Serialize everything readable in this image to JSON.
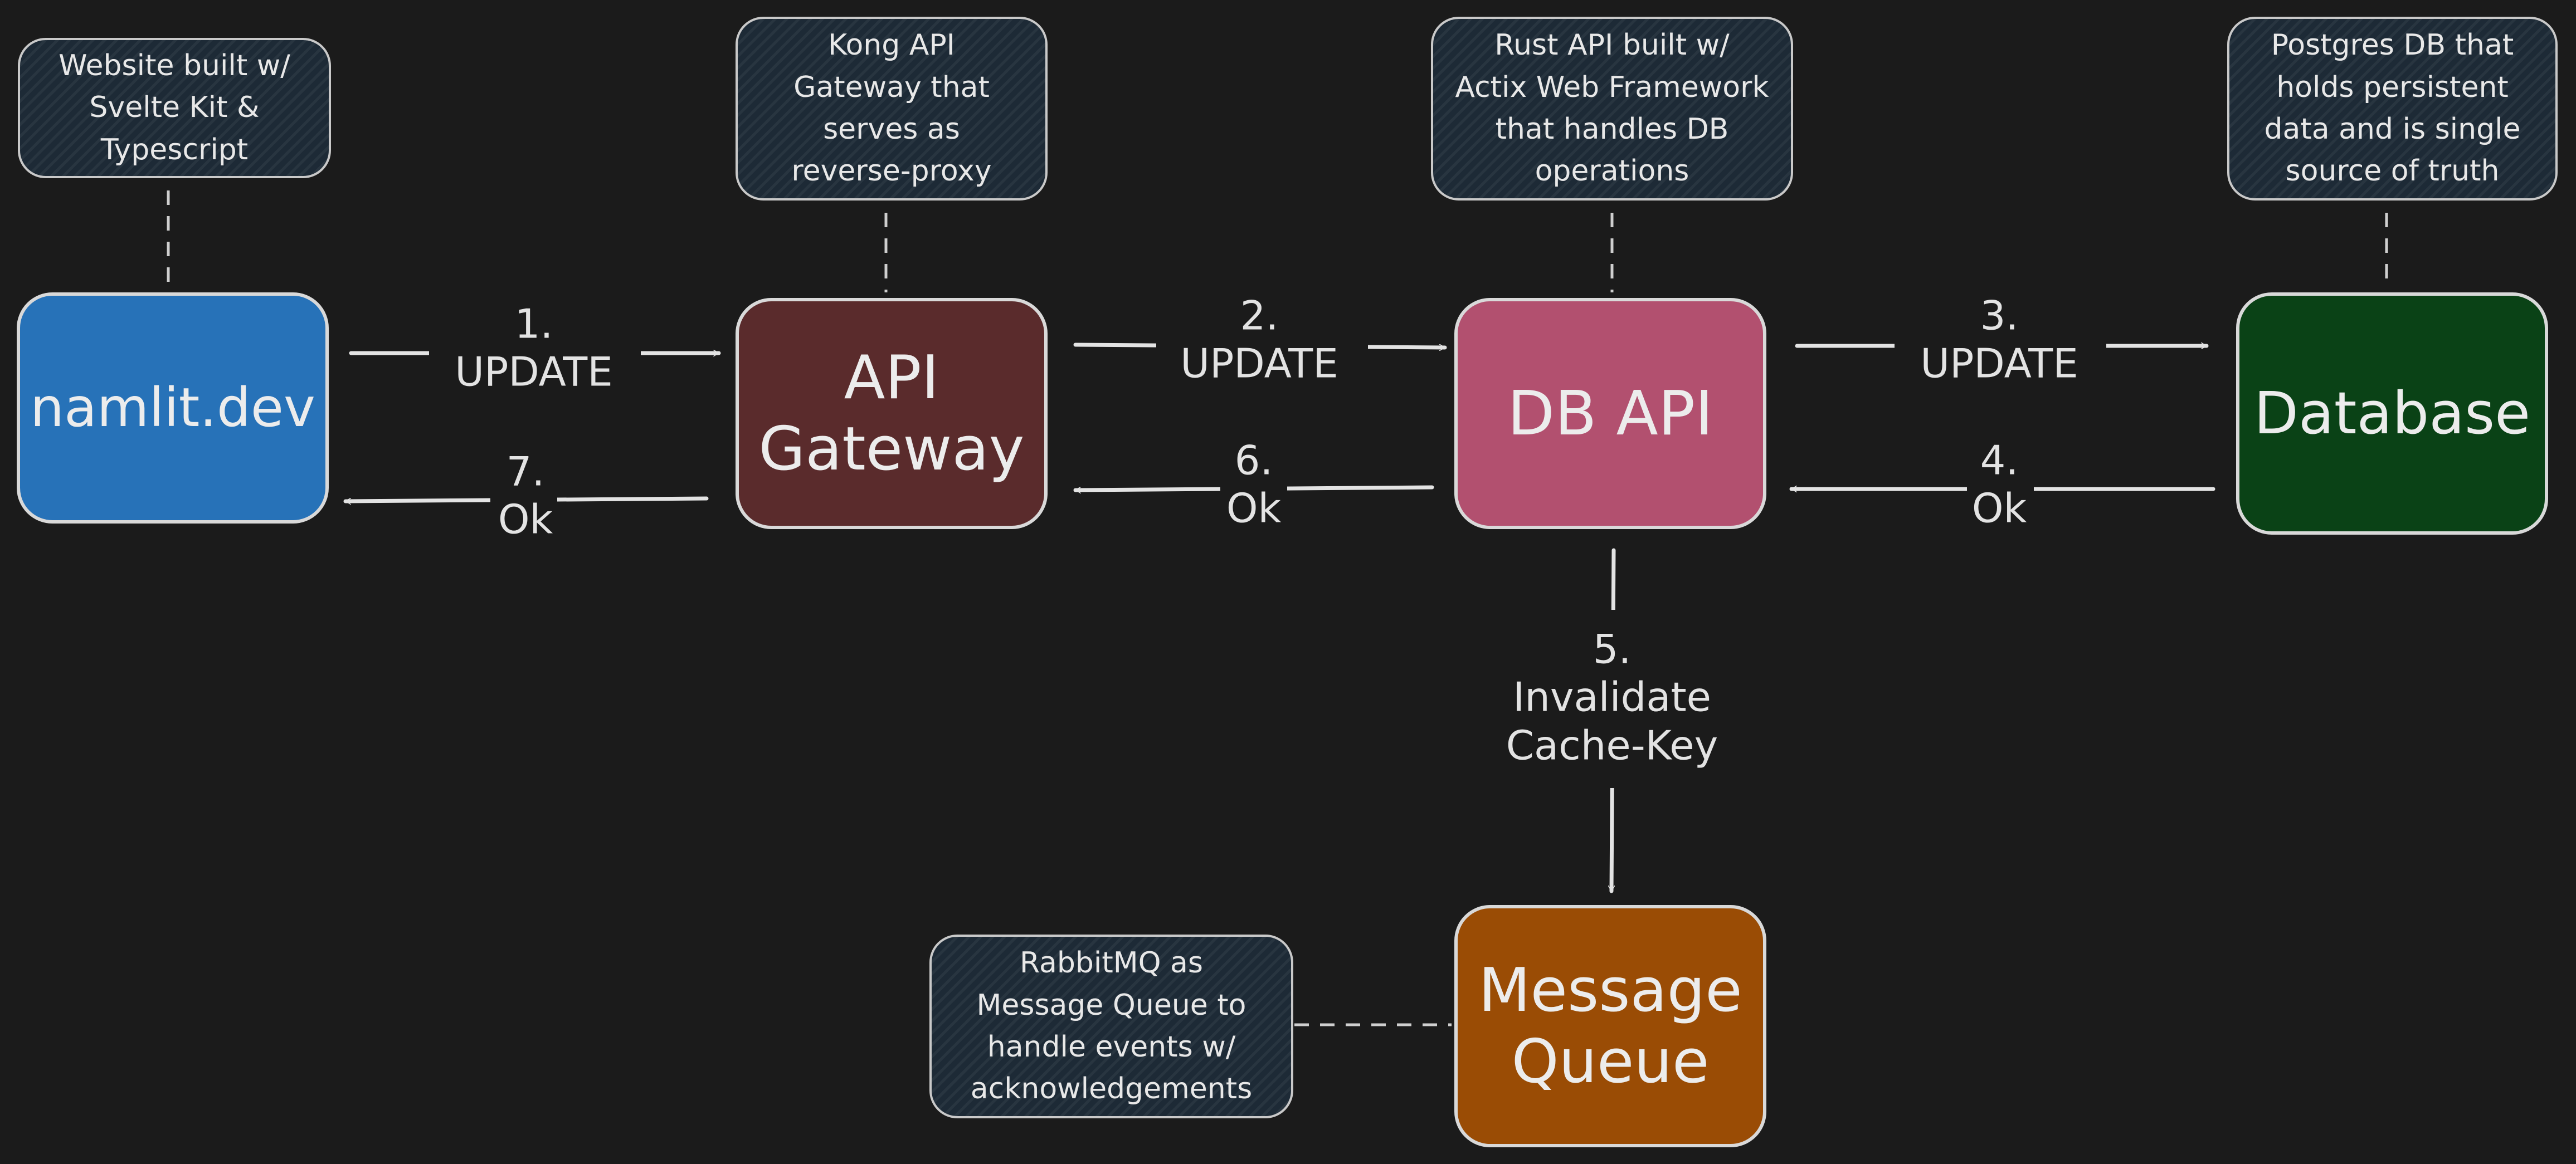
{
  "colors": {
    "background": "#1b1b1b",
    "stroke": "#d9d9d9",
    "website_fill": "#2772b8",
    "gateway_fill": "#5a2b2c",
    "dbapi_fill": "#b2506f",
    "database_fill": "#0a4216",
    "queue_fill": "#9a4c05",
    "note_fill": "#1d2a36"
  },
  "nodes": {
    "website": "namlit.dev",
    "gateway": "API\nGateway",
    "db_api": "DB API",
    "database": "Database",
    "message_queue": "Message\nQueue"
  },
  "notes": {
    "website": "Website built w/\nSvelte Kit &\nTypescript",
    "gateway": "Kong API\nGateway that\nserves as\nreverse-proxy",
    "db_api": "Rust API built w/\nActix Web Framework\nthat handles DB\noperations",
    "database": "Postgres DB that\nholds persistent\ndata and is single\nsource of truth",
    "message_queue": "RabbitMQ as\nMessage Queue to\nhandle events w/\nacknowledgements"
  },
  "edges": [
    {
      "id": "website-to-gateway",
      "number": "1.",
      "label": "UPDATE"
    },
    {
      "id": "gateway-to-dbapi",
      "number": "2.",
      "label": "UPDATE"
    },
    {
      "id": "dbapi-to-database",
      "number": "3.",
      "label": "UPDATE"
    },
    {
      "id": "database-to-dbapi",
      "number": "4.",
      "label": "Ok"
    },
    {
      "id": "dbapi-to-queue",
      "number": "5.",
      "label": "Invalidate\nCache-Key"
    },
    {
      "id": "dbapi-to-gateway",
      "number": "6.",
      "label": "Ok"
    },
    {
      "id": "gateway-to-website",
      "number": "7.",
      "label": "Ok"
    }
  ]
}
